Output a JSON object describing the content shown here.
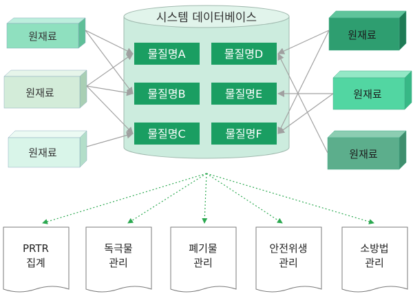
{
  "database": {
    "title": "시스템 데이터베이스"
  },
  "materials": [
    {
      "label": "물질명A"
    },
    {
      "label": "물질명B"
    },
    {
      "label": "물질명C"
    },
    {
      "label": "물질명D"
    },
    {
      "label": "물질명E"
    },
    {
      "label": "물질명F"
    }
  ],
  "raw_materials_left": [
    {
      "label": "원재료",
      "color": "#8fe0bf"
    },
    {
      "label": "원재료",
      "color": "#d3ecd9"
    },
    {
      "label": "원재료",
      "color": "#d9f5e9"
    }
  ],
  "raw_materials_right": [
    {
      "label": "원재료",
      "color": "#2e9e70"
    },
    {
      "label": "원재료",
      "color": "#52d6a2"
    },
    {
      "label": "원재료",
      "color": "#5cae8c"
    }
  ],
  "outputs": [
    {
      "line1": "PRTR",
      "line2": "집계"
    },
    {
      "line1": "독극물",
      "line2": "관리"
    },
    {
      "line1": "폐기물",
      "line2": "관리"
    },
    {
      "line1": "안전위생",
      "line2": "관리"
    },
    {
      "line1": "소방법",
      "line2": "관리"
    }
  ],
  "colors": {
    "cylinder_fill": "#ccecde",
    "cylinder_top": "#e1f4eb",
    "cylinder_stroke": "#9fb8ad",
    "material_box": "#1a9e62",
    "material_text": "#ffffff",
    "arrow": "#a0a0a0",
    "dotted_arrow": "#2aa84f",
    "doc_stroke": "#7a7a7a"
  }
}
